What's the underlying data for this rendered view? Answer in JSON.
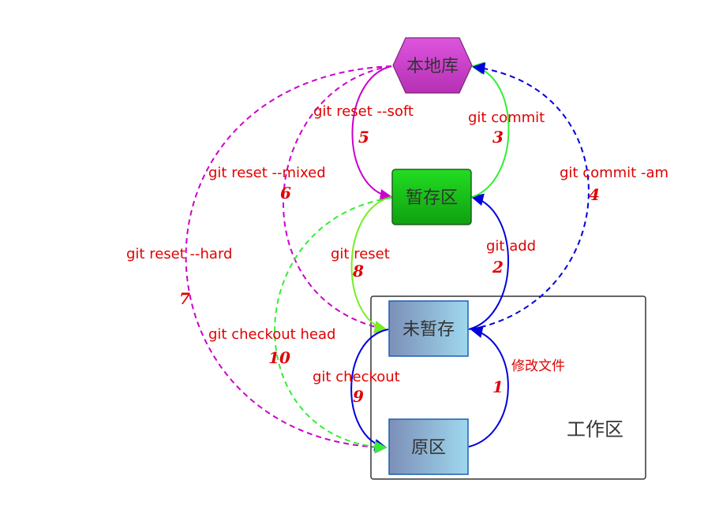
{
  "nodes": {
    "local_repo": "本地库",
    "staging": "暂存区",
    "unstaged": "未暂存",
    "original": "原区"
  },
  "workspace_label": "工作区",
  "edges": [
    {
      "command": "修改文件",
      "step": "1",
      "color": "#0000dd",
      "style": "solid"
    },
    {
      "command": "git add",
      "step": "2",
      "color": "#0000dd",
      "style": "solid"
    },
    {
      "command": "git commit",
      "step": "3",
      "color": "#33ee33",
      "style": "solid"
    },
    {
      "command": "git commit -am",
      "step": "4",
      "color": "#0000dd",
      "style": "dashed"
    },
    {
      "command": "git reset --soft",
      "step": "5",
      "color": "#cc00cc",
      "style": "solid"
    },
    {
      "command": "git reset --mixed",
      "step": "6",
      "color": "#cc00cc",
      "style": "dashed"
    },
    {
      "command": "git reset --hard",
      "step": "7",
      "color": "#cc00cc",
      "style": "dashed"
    },
    {
      "command": "git reset",
      "step": "8",
      "color": "#77ee22",
      "style": "solid"
    },
    {
      "command": "git checkout",
      "step": "9",
      "color": "#0000dd",
      "style": "solid"
    },
    {
      "command": "git checkout head",
      "step": "10",
      "color": "#33ee33",
      "style": "dashed"
    }
  ],
  "colors": {
    "label_red": "#e00000",
    "hexagon_fill": "#cc44cc",
    "staging_fill": "#22bb22",
    "box_border": "#1a5fb4"
  }
}
